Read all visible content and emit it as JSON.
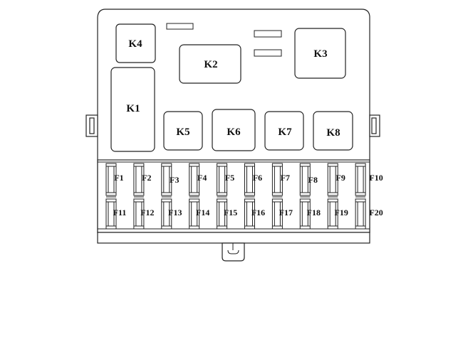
{
  "relays": [
    {
      "id": "k4",
      "label": "K4"
    },
    {
      "id": "k2",
      "label": "K2"
    },
    {
      "id": "k3",
      "label": "K3"
    },
    {
      "id": "k1",
      "label": "K1"
    },
    {
      "id": "k5",
      "label": "K5"
    },
    {
      "id": "k6",
      "label": "K6"
    },
    {
      "id": "k7",
      "label": "K7"
    },
    {
      "id": "k8",
      "label": "K8"
    }
  ],
  "fuses_top": [
    "F1",
    "F2",
    "F3",
    "F4",
    "F5",
    "F6",
    "F7",
    "F8",
    "F9",
    "F10"
  ],
  "fuses_bottom": [
    "F11",
    "F12",
    "F13",
    "F14",
    "F15",
    "F16",
    "F17",
    "F18",
    "F19",
    "F20"
  ]
}
